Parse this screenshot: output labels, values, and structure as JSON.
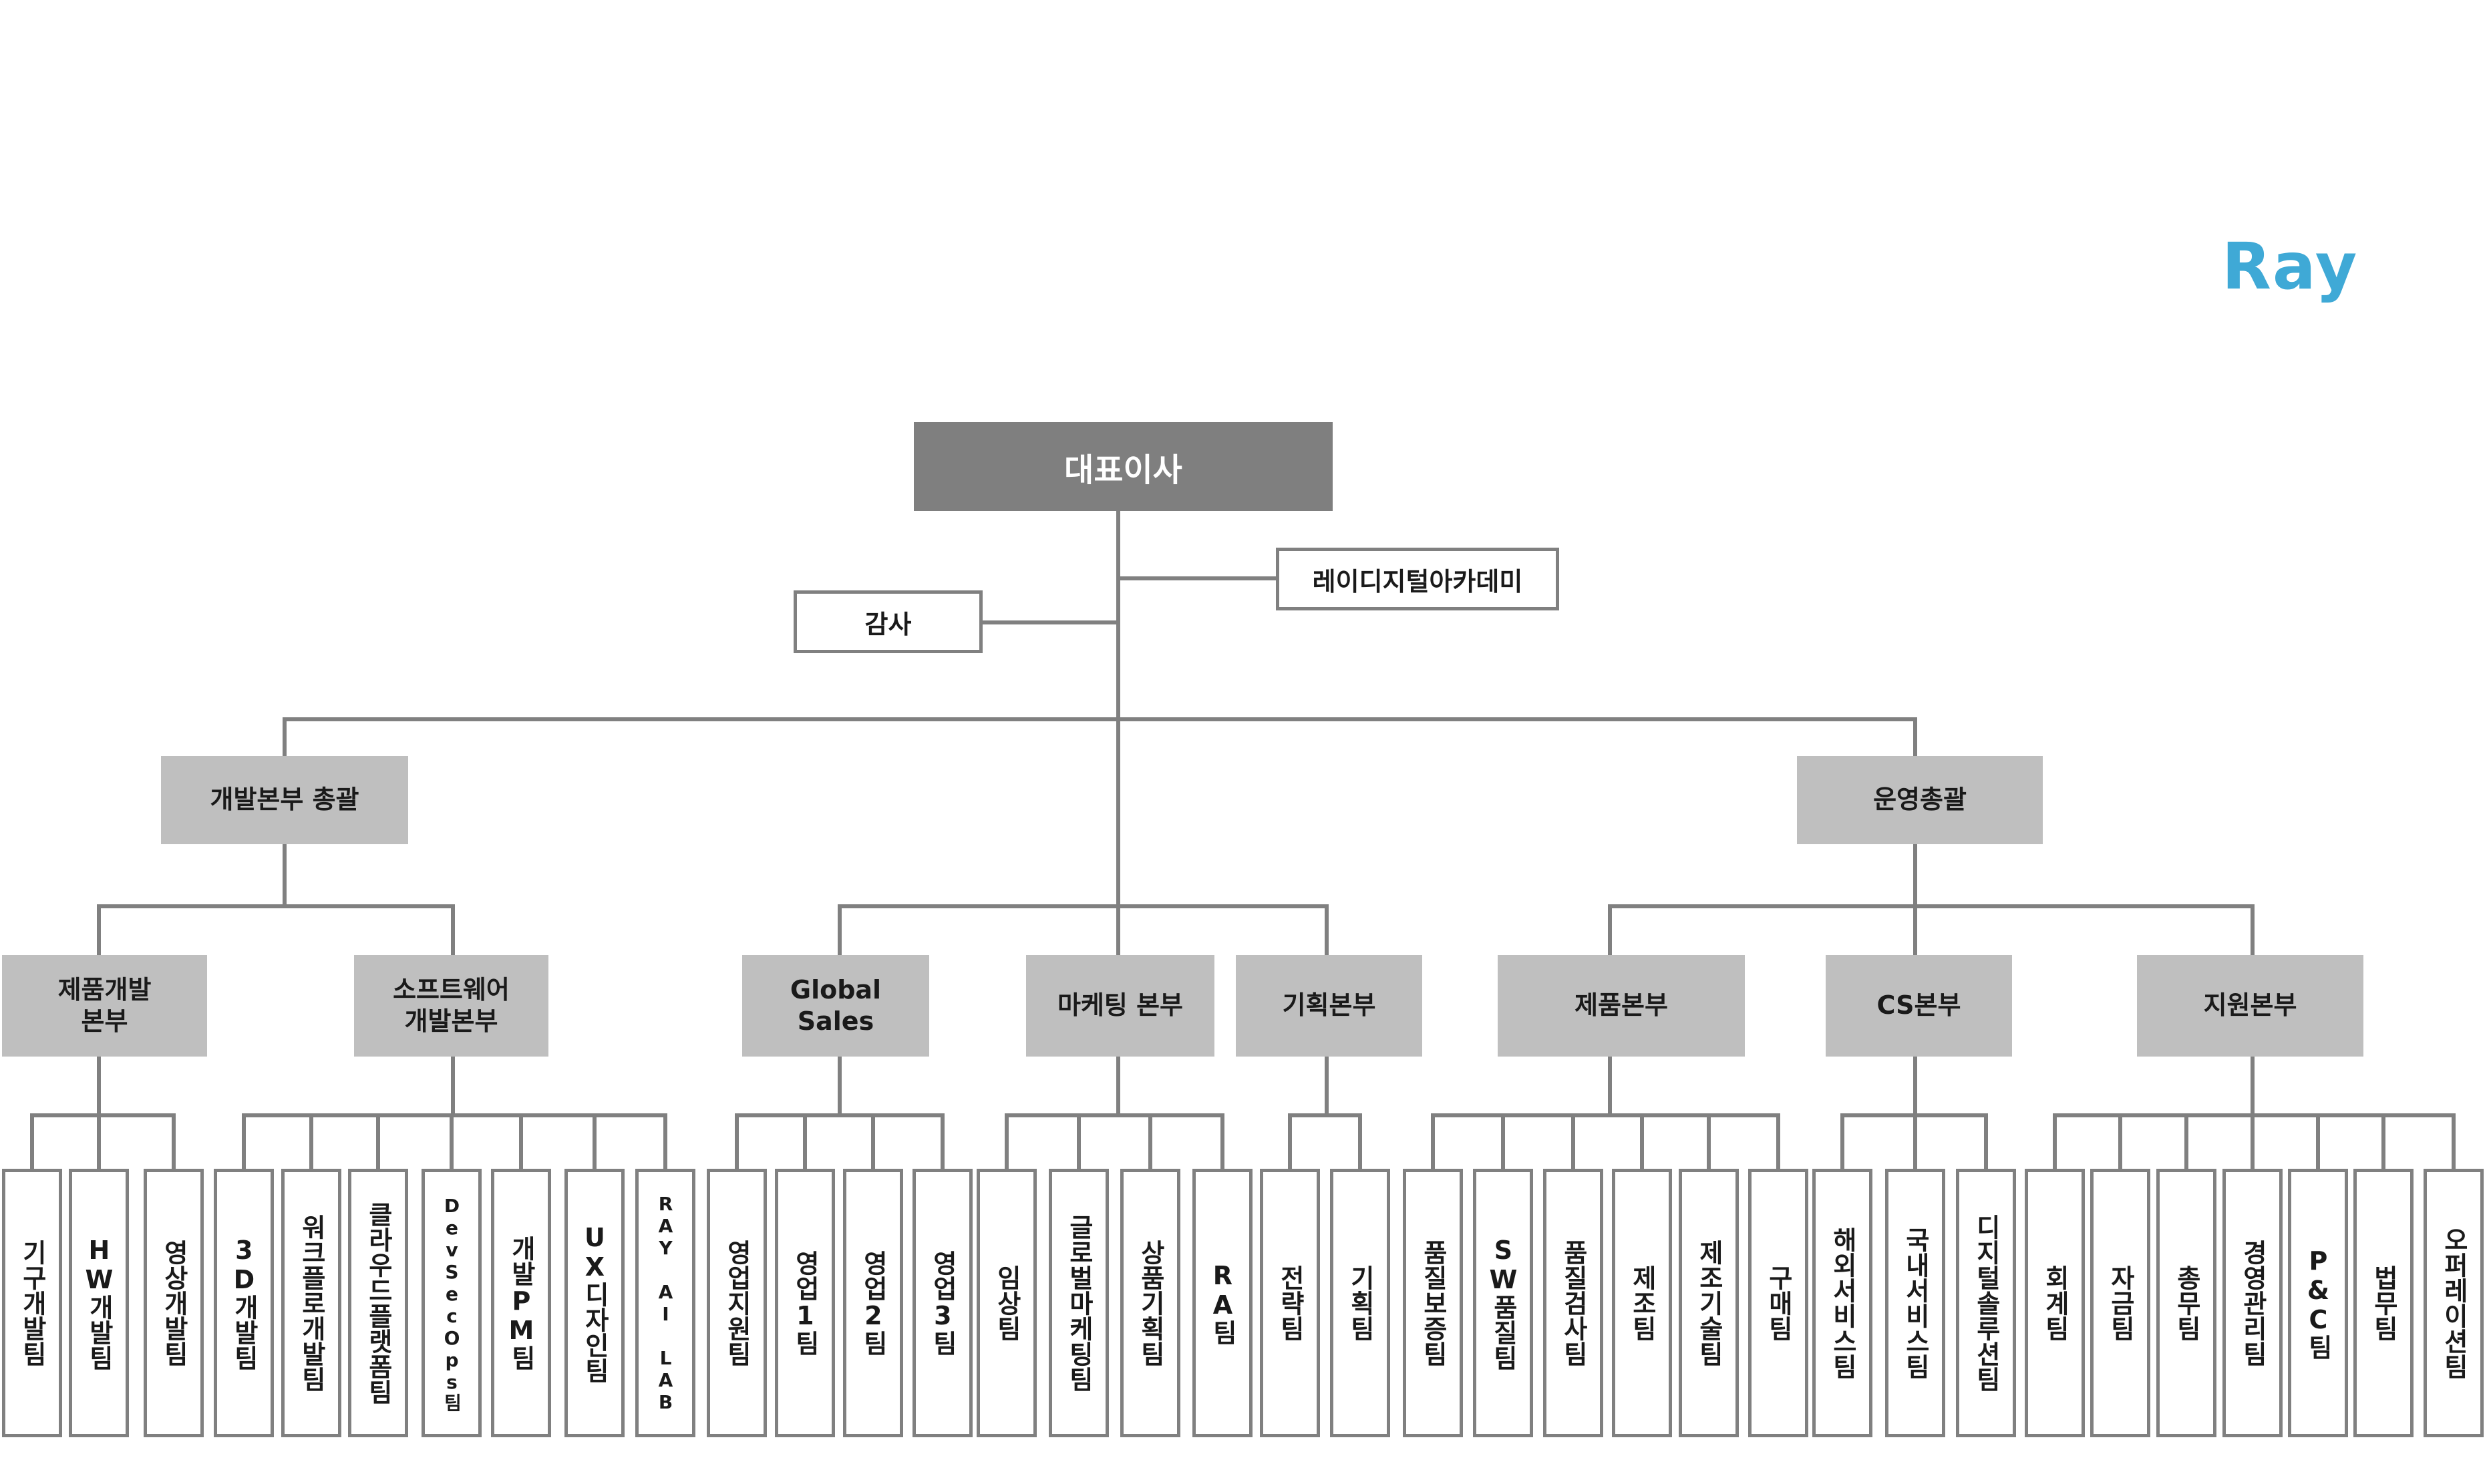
{
  "logo": "Ray",
  "ceo": "대표이사",
  "audit": "감사",
  "academy": "레이디지털아카데미",
  "divisions": {
    "dev_head": "개발본부 총괄",
    "ops_head": "운영총괄"
  },
  "groups": [
    {
      "label": "제품개발\n본부",
      "teams": [
        "기구개발팀",
        "HW개발팀",
        "영상개발팀"
      ]
    },
    {
      "label": "소프트웨어\n개발본부",
      "teams": [
        "3D개발팀",
        "워크플로개발팀",
        "클라우드플랫폼팀",
        "DevSecOps팀",
        "개발PM팀",
        "UX디자인팀",
        "RAY AI LAB"
      ]
    },
    {
      "label": "Global\nSales",
      "teams": [
        "영업지원팀",
        "영업1팀",
        "영업2팀",
        "영업3팀"
      ]
    },
    {
      "label": "마케팅 본부",
      "teams": [
        "임상팀",
        "글로벌마케팅팀",
        "상품기획팀",
        "RA팀"
      ]
    },
    {
      "label": "기획본부",
      "teams": [
        "전략팀",
        "기획팀"
      ]
    },
    {
      "label": "제품본부",
      "teams": [
        "품질보증팀",
        "SW품질팀",
        "품질검사팀",
        "제조팀",
        "제조기술팀",
        "구매팀"
      ]
    },
    {
      "label": "CS본부",
      "teams": [
        "해외서비스팀",
        "국내서비스팀",
        "디지털솔루션팀"
      ]
    },
    {
      "label": "지원본부",
      "teams": [
        "회계팀",
        "자금팀",
        "총무팀",
        "경영관리팀",
        "P&C팀",
        "법무팀",
        "오퍼레이션팀"
      ]
    }
  ]
}
